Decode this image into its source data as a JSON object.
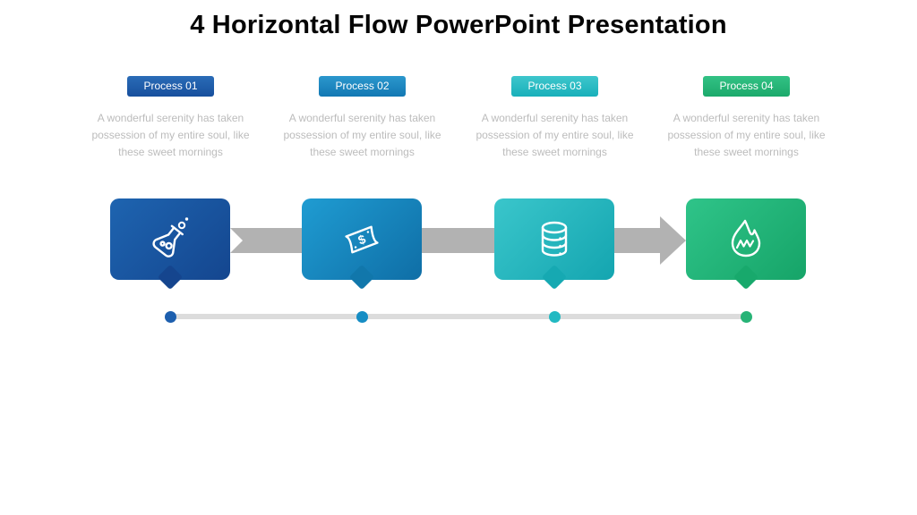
{
  "title": "4 Horizontal Flow PowerPoint Presentation",
  "palette": {
    "process1": "#1d5caa",
    "process2": "#1b87c1",
    "process3": "#26bec6",
    "process4": "#27b97c",
    "arrow_gray": "#b2b2b2",
    "timeline_gray": "#dcdcdc",
    "description_text": "#bcbcbc",
    "title_text": "#050505"
  },
  "processes": [
    {
      "label": "Process 01",
      "icon": "flask-icon",
      "color": "#1d5caa",
      "desc": [
        "A wonderful serenity has taken",
        "possession of my entire soul, like",
        "these sweet mornings"
      ]
    },
    {
      "label": "Process 02",
      "icon": "money-icon",
      "color": "#1b87c1",
      "desc": [
        "A wonderful serenity has taken",
        "possession of my entire soul, like",
        "these sweet mornings"
      ]
    },
    {
      "label": "Process 03",
      "icon": "database-icon",
      "color": "#26bec6",
      "desc": [
        "A wonderful serenity has taken",
        "possession of my entire soul, like",
        "these sweet mornings"
      ]
    },
    {
      "label": "Process 04",
      "icon": "flame-icon",
      "color": "#27b97c",
      "desc": [
        "A wonderful serenity has taken",
        "possession of my entire soul, like",
        "these sweet mornings"
      ]
    }
  ],
  "money_icon_symbol": "$"
}
